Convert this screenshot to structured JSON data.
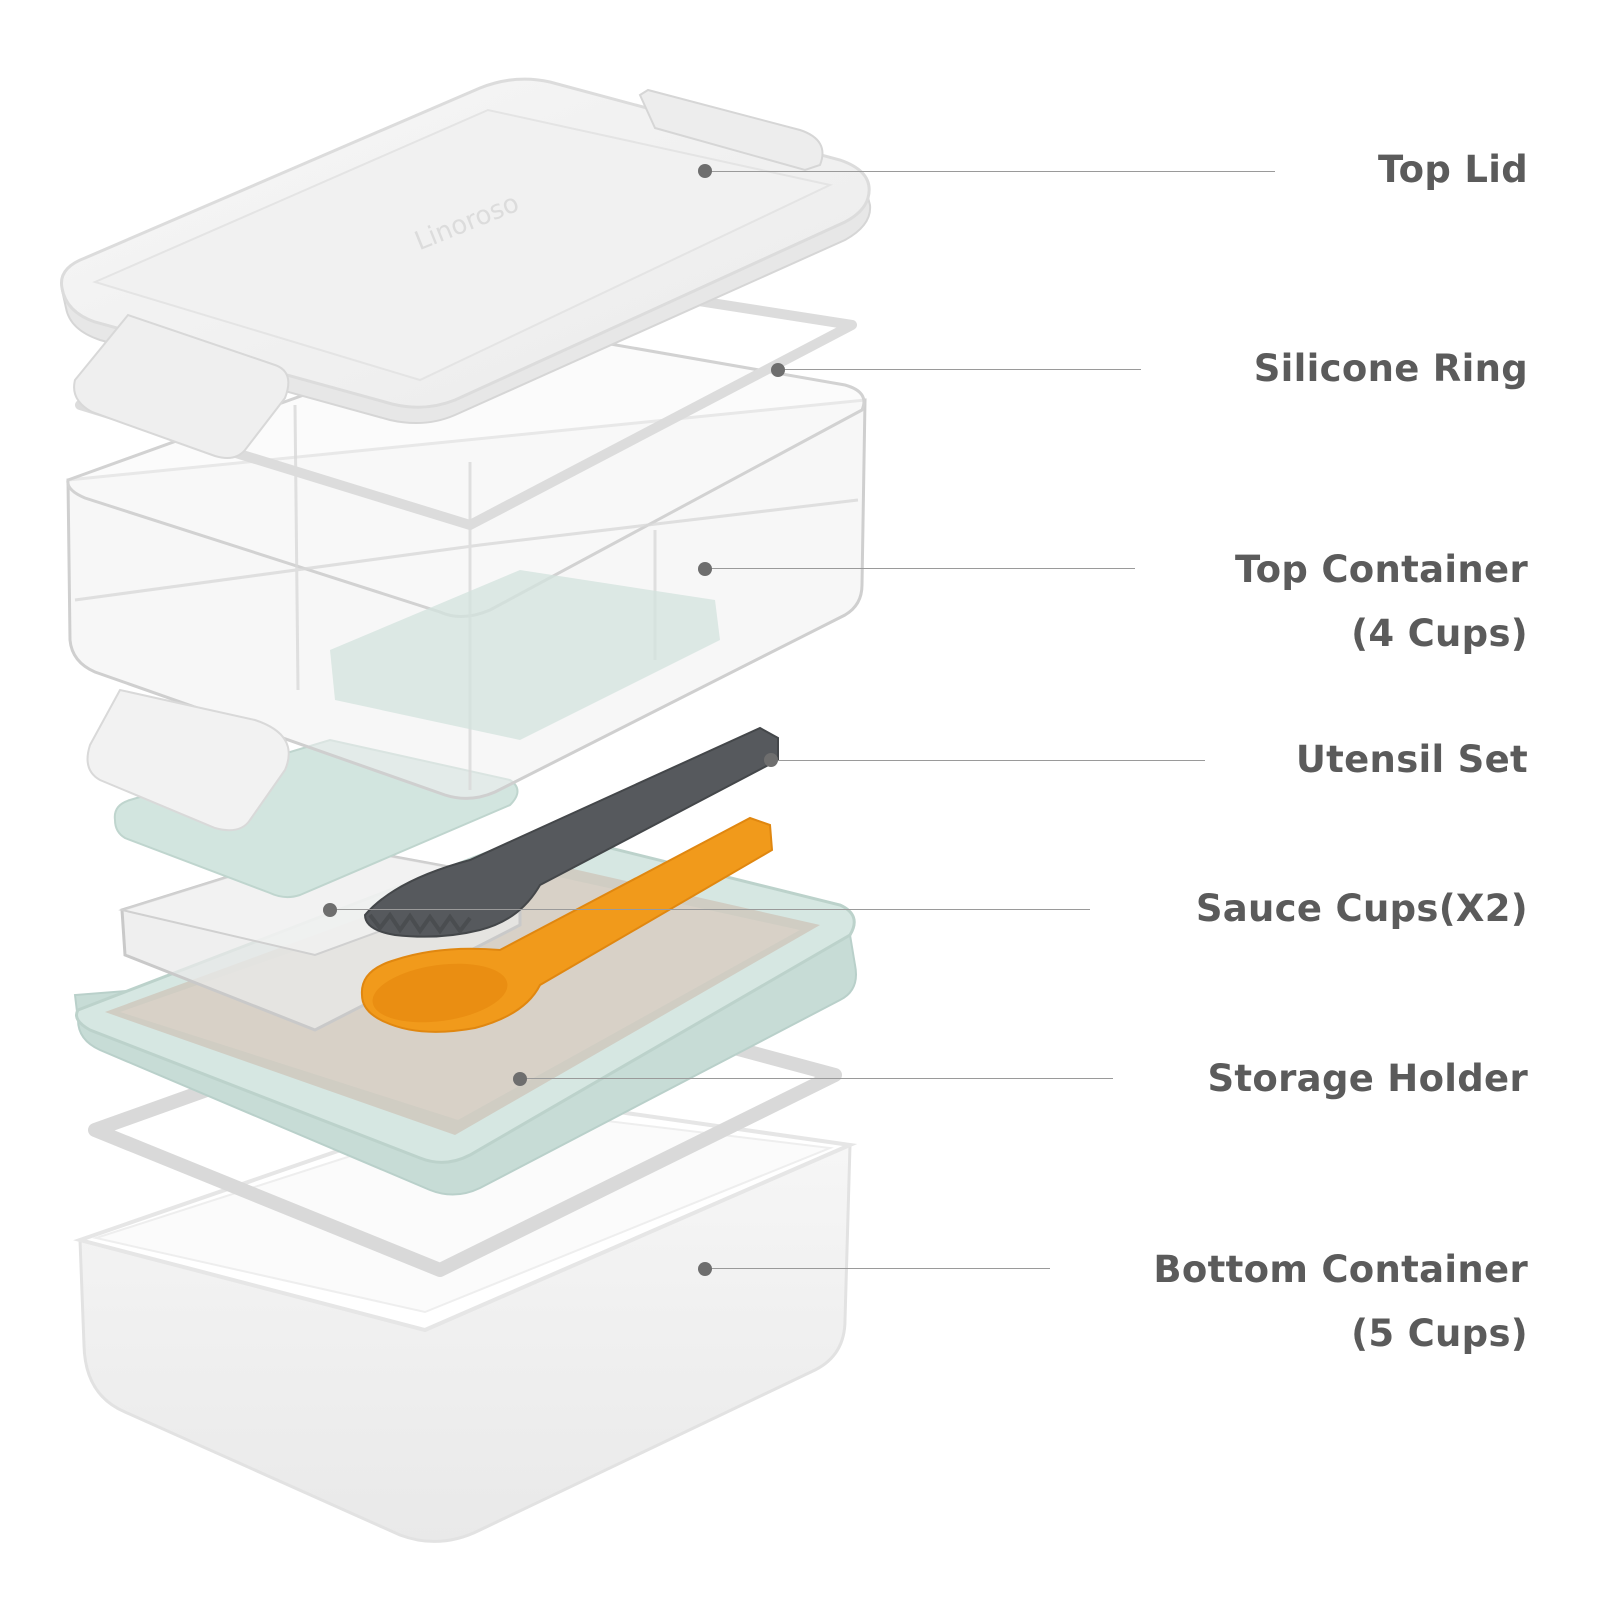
{
  "brand": "Linoroso",
  "colors": {
    "label_text": "#5b5b5b",
    "leader_line": "#9a9a9a",
    "lid": "#f4f4f4",
    "sage_tray": "#d6e7e2",
    "utensil_gray": "#55585c",
    "spoon_orange": "#f19a1b"
  },
  "parts": [
    {
      "id": "top-lid",
      "lines": [
        "Top Lid"
      ]
    },
    {
      "id": "silicone-ring",
      "lines": [
        "Silicone Ring"
      ]
    },
    {
      "id": "top-container",
      "lines": [
        "Top Container",
        "(4 Cups)"
      ]
    },
    {
      "id": "utensil-set",
      "lines": [
        "Utensil Set"
      ]
    },
    {
      "id": "sauce-cups",
      "lines": [
        "Sauce Cups(X2)"
      ]
    },
    {
      "id": "storage-holder",
      "lines": [
        "Storage Holder"
      ]
    },
    {
      "id": "bottom-container",
      "lines": [
        "Bottom Container",
        "(5 Cups)"
      ]
    }
  ]
}
